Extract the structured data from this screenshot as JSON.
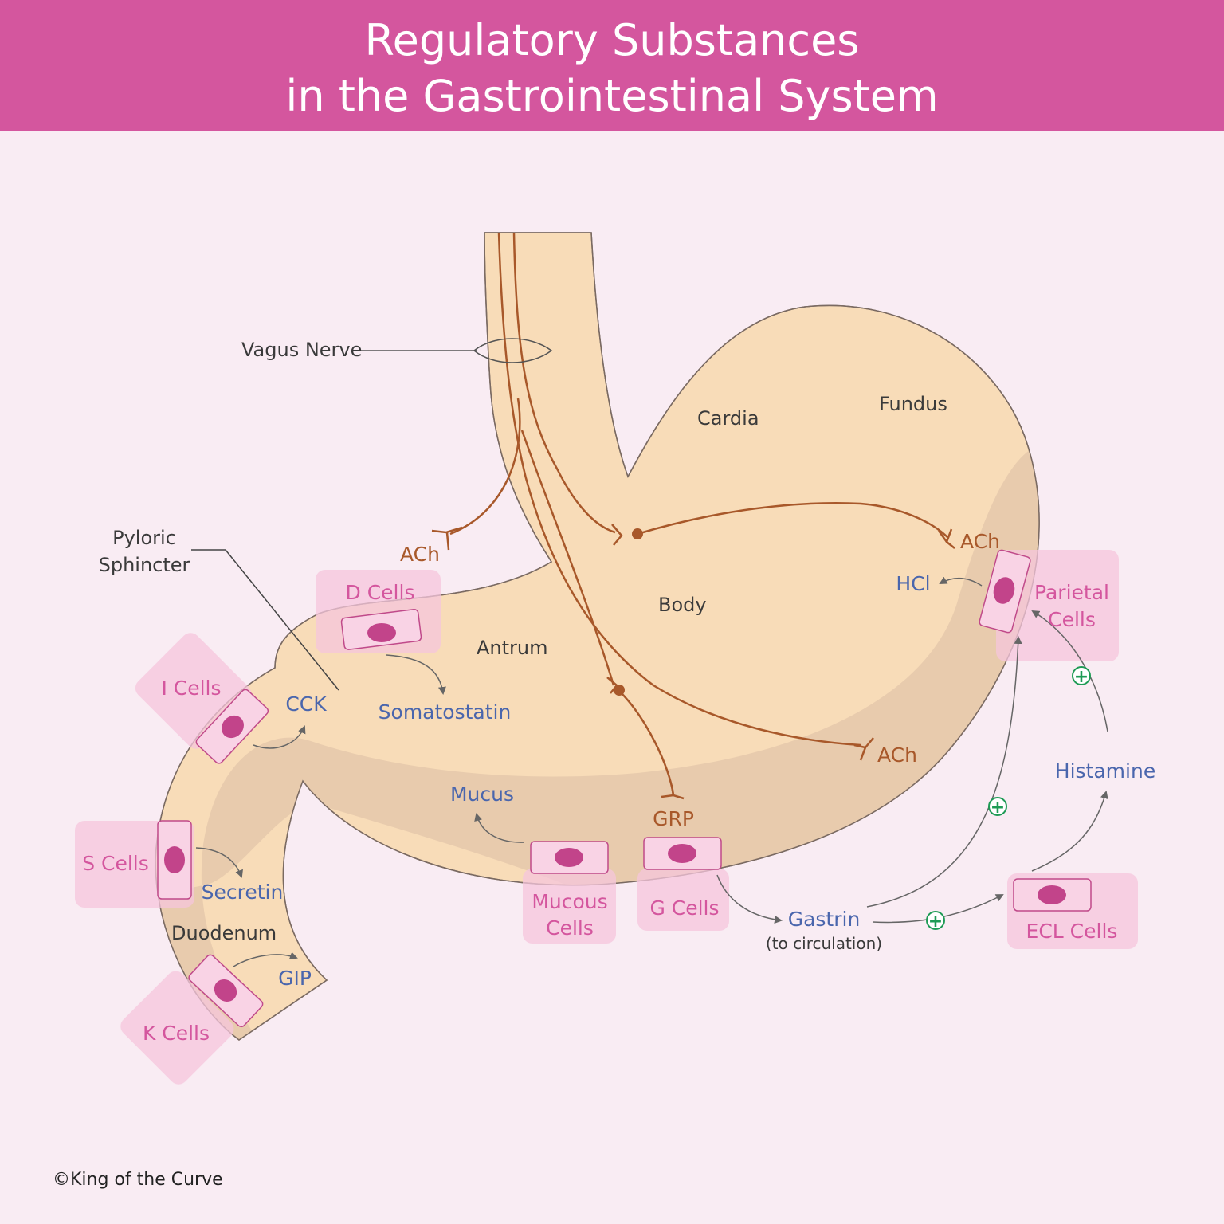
{
  "title": {
    "line1": "Regulatory Substances",
    "line2": "in the Gastrointestinal System"
  },
  "regions": {
    "cardia": "Cardia",
    "fundus": "Fundus",
    "body": "Body",
    "antrum": "Antrum",
    "duodenum": "Duodenum",
    "vagus_nerve": "Vagus Nerve",
    "pyloric_sphincter_line1": "Pyloric",
    "pyloric_sphincter_line2": "Sphincter"
  },
  "cells": {
    "d_cells": "D Cells",
    "i_cells": "I Cells",
    "s_cells": "S Cells",
    "k_cells": "K Cells",
    "mucous_cells_line1": "Mucous",
    "mucous_cells_line2": "Cells",
    "g_cells": "G Cells",
    "parietal_cells_line1": "Parietal",
    "parietal_cells_line2": "Cells",
    "ecl_cells": "ECL Cells"
  },
  "substances": {
    "somatostatin": "Somatostatin",
    "cck": "CCK",
    "secretin": "Secretin",
    "gip": "GIP",
    "mucus": "Mucus",
    "hcl": "HCl",
    "histamine": "Histamine",
    "gastrin": "Gastrin",
    "gastrin_note": "(to circulation)"
  },
  "nerve_signals": {
    "ach_antrum": "ACh",
    "ach_parietal": "ACh",
    "ach_lower": "ACh",
    "grp": "GRP"
  },
  "plus_symbol": "+",
  "copyright": "©King of the Curve",
  "colors": {
    "header": "#d4569e",
    "background": "#f9ecf3",
    "stomach": "#f8dcb8",
    "stomach_shadow": "#e8cbad",
    "nerve": "#a8582a",
    "cell_label": "#d4569e",
    "substance": "#4a66ad",
    "stimulation": "#1e9b55"
  }
}
